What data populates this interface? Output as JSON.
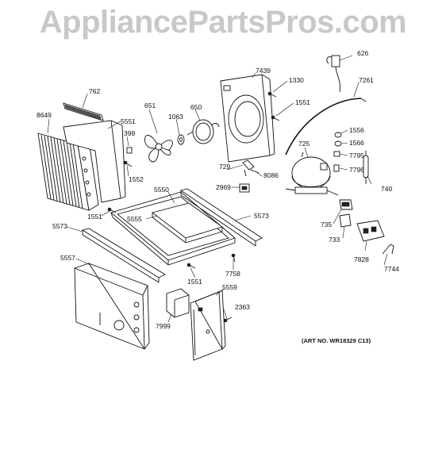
{
  "watermark": "AppliancePartsPros.com",
  "art_number": "(ART NO. WR18329 C13)",
  "labels": {
    "p626": "626",
    "p7439": "7439",
    "p1330": "1330",
    "p7261": "7261",
    "p762": "762",
    "p651": "651",
    "p650": "650",
    "p1551a": "1551",
    "p8649": "8649",
    "p5551": "5551",
    "p1063": "1063",
    "p398": "398",
    "p1556": "1556",
    "p1566": "1566",
    "p725": "725",
    "p7795": "7795",
    "p1552": "1552",
    "p729": "729",
    "p8086": "8086",
    "p7796": "7796",
    "p5550": "5550",
    "p2969": "2969",
    "p740": "740",
    "p1551b": "1551",
    "p5555": "5555",
    "p5573a": "5573",
    "p735": "735",
    "p5573b": "5573",
    "p733": "733",
    "p7828": "7828",
    "p7744": "7744",
    "p5557": "5557",
    "p7758": "7758",
    "p1551c": "1551",
    "p5559": "5559",
    "p2363": "2363",
    "p7999": "7999"
  }
}
